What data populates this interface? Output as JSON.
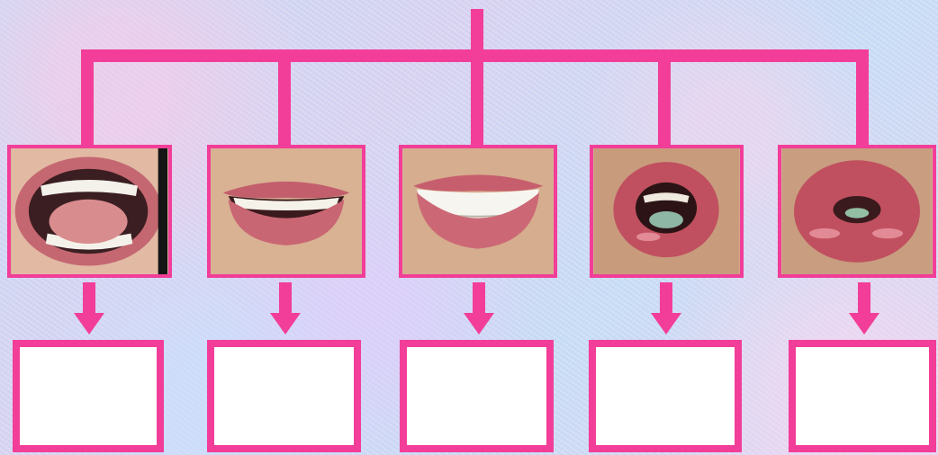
{
  "colors": {
    "accent": "#f23e98",
    "box_fill": "#ffffff"
  },
  "mouth_shapes": [
    {
      "icon": "wide-open-mouth"
    },
    {
      "icon": "smile-mouth"
    },
    {
      "icon": "teeth-grin-mouth"
    },
    {
      "icon": "round-o-mouth"
    },
    {
      "icon": "pursed-u-mouth"
    }
  ],
  "answers": [
    "",
    "",
    "",
    "",
    ""
  ]
}
